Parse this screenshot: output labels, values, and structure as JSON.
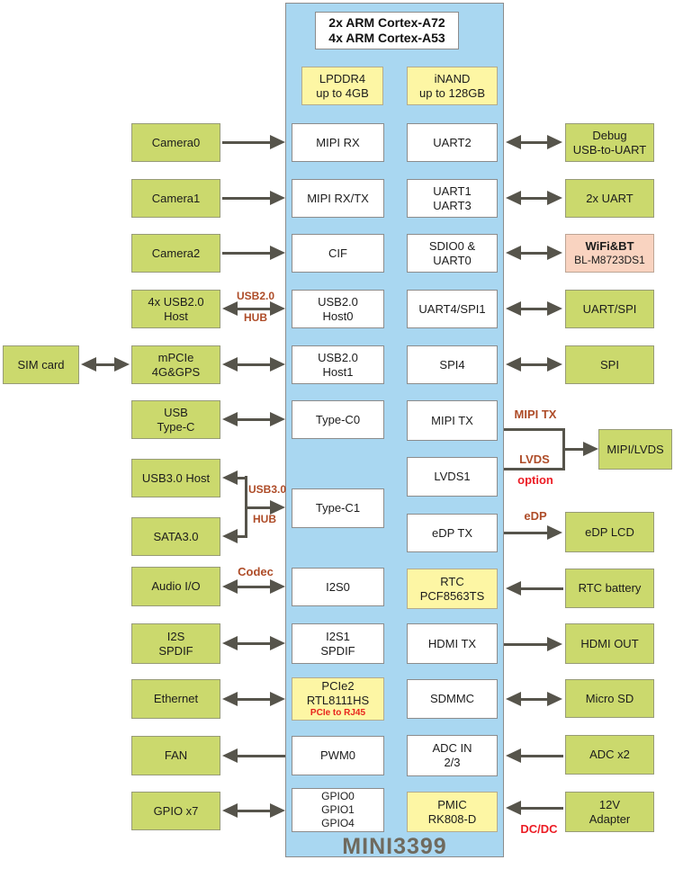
{
  "diagram": {
    "soc_panel": {
      "cpu": "2x ARM Cortex-A72\n4x ARM Cortex-A53",
      "board_name": "MINI3399",
      "memory": {
        "lpddr4": "LPDDR4\nup to 4GB",
        "inand": "iNAND\nup to 128GB"
      },
      "blocks": {
        "mipi_rx": "MIPI RX",
        "mipi_rx_tx": "MIPI RX/TX",
        "cif": "CIF",
        "usb2_host0": "USB2.0\nHost0",
        "usb2_host1": "USB2.0\nHost1",
        "type_c0": "Type-C0",
        "type_c1": "Type-C1",
        "i2s0": "I2S0",
        "i2s1_spdif": "I2S1\nSPDIF",
        "pcie2_title": "PCIe2\nRTL8111HS",
        "pcie2_sub": "PCIe to RJ45",
        "pwm0": "PWM0",
        "gpio": "GPIO0\nGPIO1\nGPIO4",
        "uart2": "UART2",
        "uart1_uart3": "UART1\nUART3",
        "sdio0_uart0": "SDIO0 &\nUART0",
        "uart4_spi1": "UART4/SPI1",
        "spi4": "SPI4",
        "mipi_tx": "MIPI TX",
        "lvds1": "LVDS1",
        "edp_tx": "eDP TX",
        "rtc": "RTC\nPCF8563TS",
        "hdmi_tx": "HDMI TX",
        "sdmmc": "SDMMC",
        "adc_in": "ADC IN\n2/3",
        "pmic": "PMIC\nRK808-D"
      }
    },
    "left_peripherals": {
      "camera0": "Camera0",
      "camera1": "Camera1",
      "camera2": "Camera2",
      "usb2_hosts": "4x USB2.0\nHost",
      "sim_card": "SIM card",
      "mpcie": "mPCIe\n4G&GPS",
      "usb_type_c": "USB\nType-C",
      "usb3_host": "USB3.0 Host",
      "sata3": "SATA3.0",
      "audio_io": "Audio I/O",
      "i2s_spdif": "I2S\nSPDIF",
      "ethernet": "Ethernet",
      "fan": "FAN",
      "gpio_x7": "GPIO x7"
    },
    "right_peripherals": {
      "debug_uart": "Debug\nUSB-to-UART",
      "uart_2x": "2x UART",
      "wifi_bt_title": "WiFi&BT",
      "wifi_bt_sub": "BL-M8723DS1",
      "uart_spi": "UART/SPI",
      "spi": "SPI",
      "mipi_lvds": "MIPI/LVDS",
      "edp_lcd": "eDP LCD",
      "rtc_battery": "RTC battery",
      "hdmi_out": "HDMI OUT",
      "micro_sd": "Micro SD",
      "adc_x2": "ADC x2",
      "adapter_12v": "12V\nAdapter"
    },
    "bus_labels": {
      "usb2": "USB2.0",
      "usb2_hub": "HUB",
      "usb3": "USB3.0",
      "usb3_hub": "HUB",
      "codec": "Codec",
      "mipi_tx": "MIPI TX",
      "lvds": "LVDS",
      "option": "option",
      "edp": "eDP",
      "dcdc": "DC/DC"
    }
  },
  "colors": {
    "panel_blue": "#a9d7f1",
    "block_green": "#cbd96d",
    "block_yellow": "#fdf6a4",
    "block_pink": "#f9d3c0",
    "block_white": "#ffffff",
    "arrow_gray": "#56544b",
    "label_brown": "#ae4c28",
    "label_red": "#ec1c24",
    "board_name_gray": "#6f6a5e"
  }
}
